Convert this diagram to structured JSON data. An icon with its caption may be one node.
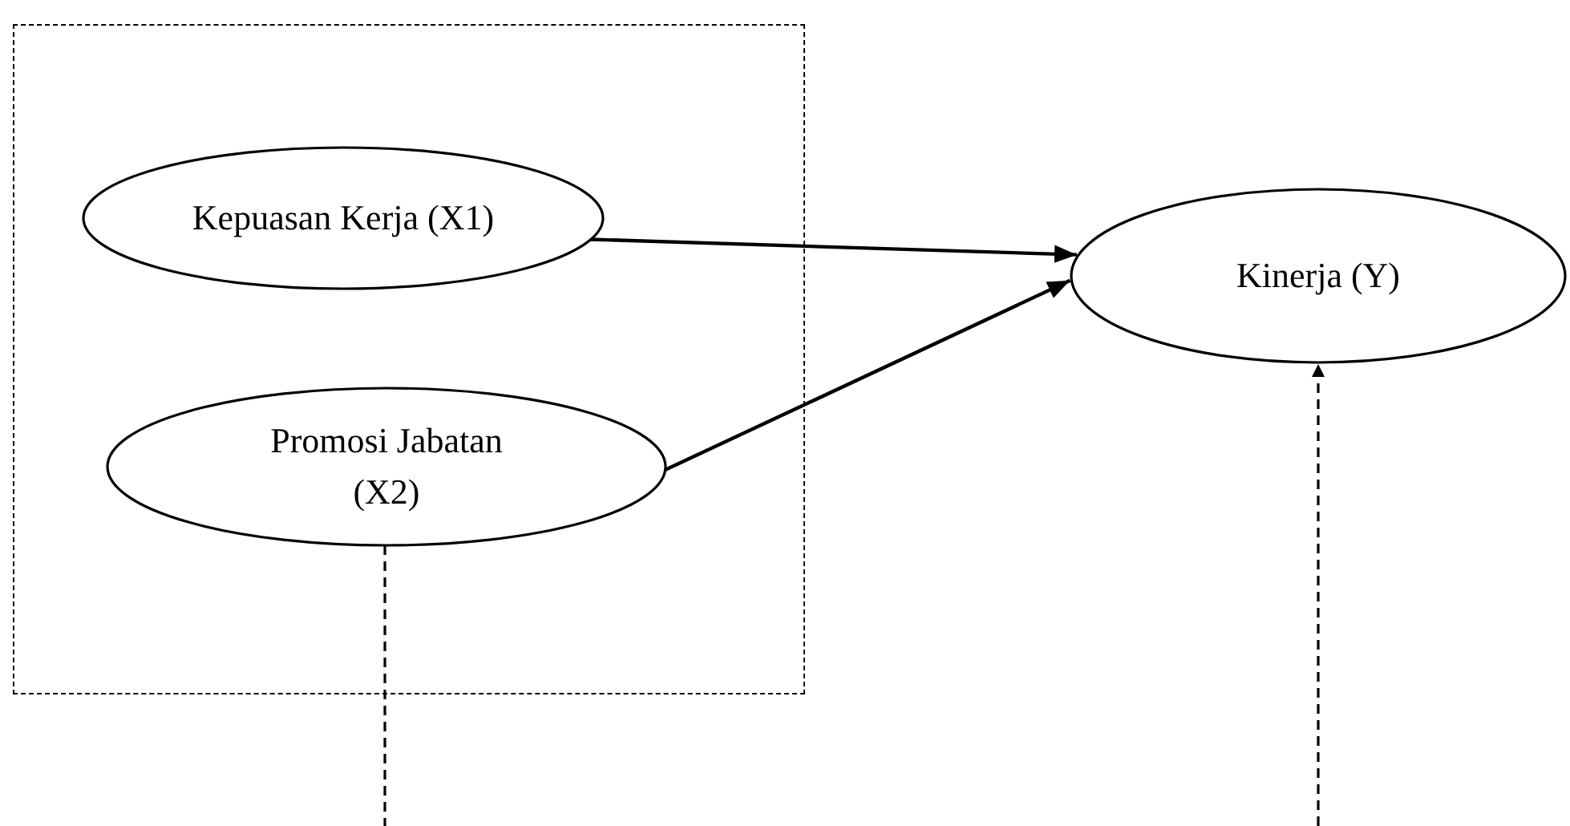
{
  "diagram": {
    "nodes": [
      {
        "text": [],
        "shape": "box"
      },
      {
        "text": [
          "Kepuasan Kerja (X1)"
        ],
        "in": 0
      },
      {
        "text": [
          "Promosi Jabatan (X2)"
        ],
        "in": 0
      },
      {
        "text": [
          "Kinerja (Y)"
        ]
      }
    ],
    "edges": [
      {
        "from": 1,
        "to": 3,
        "arrow": "to"
      },
      {
        "from": 2,
        "to": 3,
        "arrow": "to"
      },
      {
        "from": 2,
        "to": null,
        "arrow": "none",
        "style": "dashed"
      },
      {
        "from": null,
        "to": 3,
        "arrow": "to",
        "style": "dashed"
      }
    ]
  }
}
